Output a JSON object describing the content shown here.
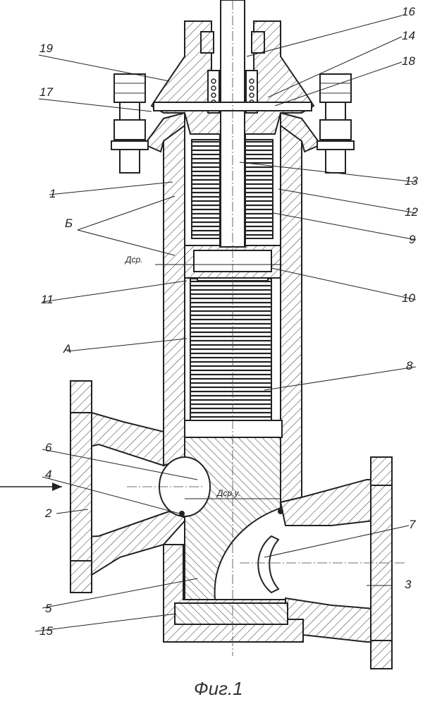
{
  "figure": {
    "caption": "Фиг.1",
    "callouts": {
      "n19": "19",
      "n17": "17",
      "n1": "1",
      "nB": "Б",
      "dsr": "Дср.",
      "n11": "11",
      "nA": "A",
      "n6": "6",
      "n4": "4",
      "n2": "2",
      "n5": "5",
      "n15": "15",
      "n16": "16",
      "n14": "14",
      "n18": "18",
      "n13": "13",
      "n12": "12",
      "n9": "9",
      "n10": "10",
      "n8": "8",
      "dsru": "Дср.у.",
      "n7": "7",
      "n3": "3"
    }
  },
  "style": {
    "line_color": "#222222",
    "background": "#ffffff"
  }
}
